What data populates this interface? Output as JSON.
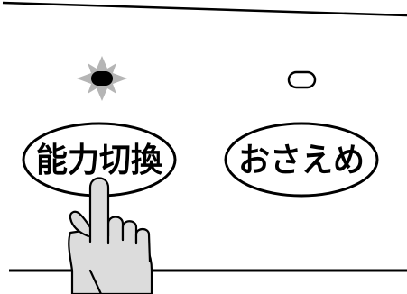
{
  "panel": {
    "buttons": [
      {
        "label": "能力切換",
        "indicator": "on",
        "pressed": true
      },
      {
        "label": "おさえめ",
        "indicator": "off",
        "pressed": false
      }
    ]
  },
  "colors": {
    "line": "#000000",
    "glow": "#b5b5b5",
    "hand_fill": "#dcdcdc",
    "background": "#ffffff"
  },
  "icons": {
    "indicator_on": "lit-lamp-icon",
    "indicator_off": "unlit-lamp-icon",
    "hand": "pressing-hand-icon"
  }
}
